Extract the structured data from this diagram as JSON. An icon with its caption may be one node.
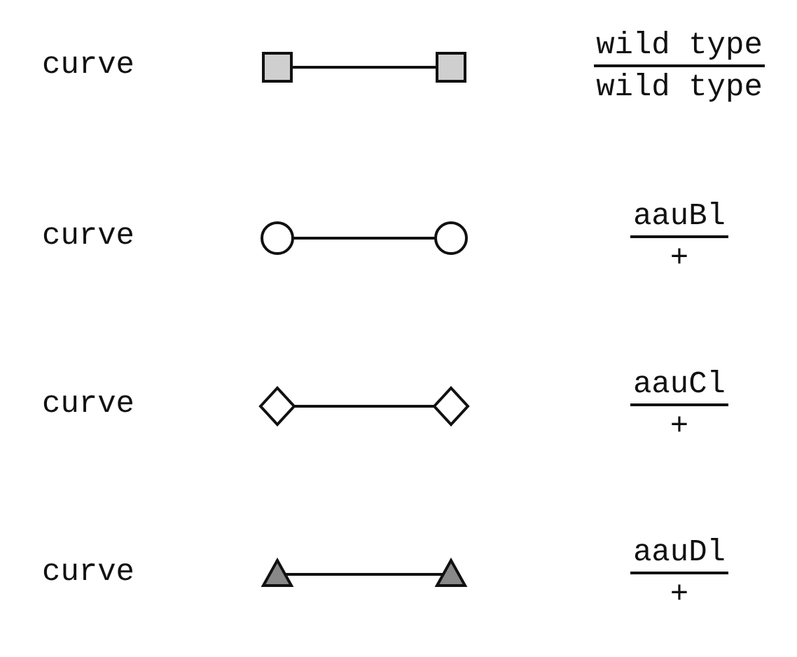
{
  "diagram": {
    "labels": [
      "wild type",
      "wild type",
      "aauBl",
      "+",
      "aauCl",
      "+",
      "aauDl",
      "+"
    ],
    "legend": [
      {
        "text": "curve"
      },
      {
        "text": "curve"
      },
      {
        "text": "curve"
      },
      {
        "text": "curve"
      }
    ]
  }
}
